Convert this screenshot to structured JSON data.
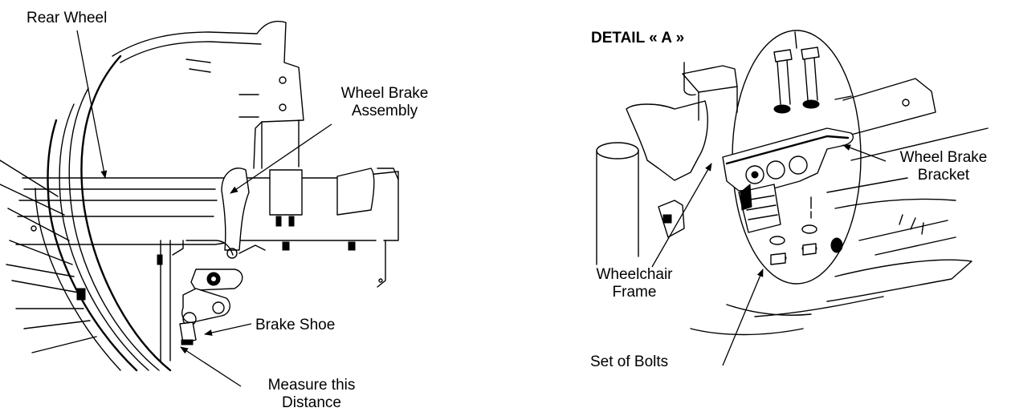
{
  "left_view": {
    "labels": {
      "rear_wheel": "Rear Wheel",
      "wheel_brake_assembly_line1": "Wheel Brake",
      "wheel_brake_assembly_line2": "Assembly",
      "brake_shoe": "Brake Shoe",
      "measure_line1": "Measure this",
      "measure_line2": "Distance"
    }
  },
  "detail_view": {
    "title": "DETAIL « A »",
    "labels": {
      "wheel_brake_bracket_line1": "Wheel Brake",
      "wheel_brake_bracket_line2": "Bracket",
      "wheelchair_frame_line1": "Wheelchair",
      "wheelchair_frame_line2": "Frame",
      "set_of_bolts": "Set of Bolts"
    }
  }
}
